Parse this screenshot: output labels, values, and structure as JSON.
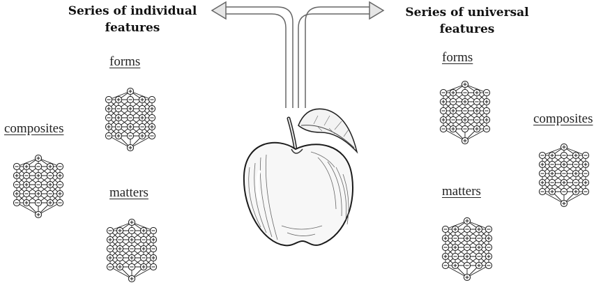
{
  "titles": {
    "individual": [
      "Series of individual",
      "features"
    ],
    "universal": [
      "Series of universal",
      "features"
    ]
  },
  "labels": {
    "left_forms": "forms",
    "left_composites": "composites",
    "left_matters": "matters",
    "right_forms": "forms",
    "right_composites": "composites",
    "right_matters": "matters"
  },
  "icons": {
    "lattice": "node-lattice-icon",
    "apple": "apple-illustration",
    "arrows": "double-arrow-icon"
  },
  "colors": {
    "ink": "#1a1a1a",
    "arrow_fill": "#e6e6e6",
    "arrow_stroke": "#666666"
  }
}
